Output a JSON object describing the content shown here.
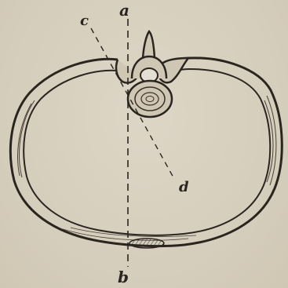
{
  "figure": {
    "labels": {
      "a": "a",
      "b": "b",
      "c": "c",
      "d": "d"
    }
  }
}
